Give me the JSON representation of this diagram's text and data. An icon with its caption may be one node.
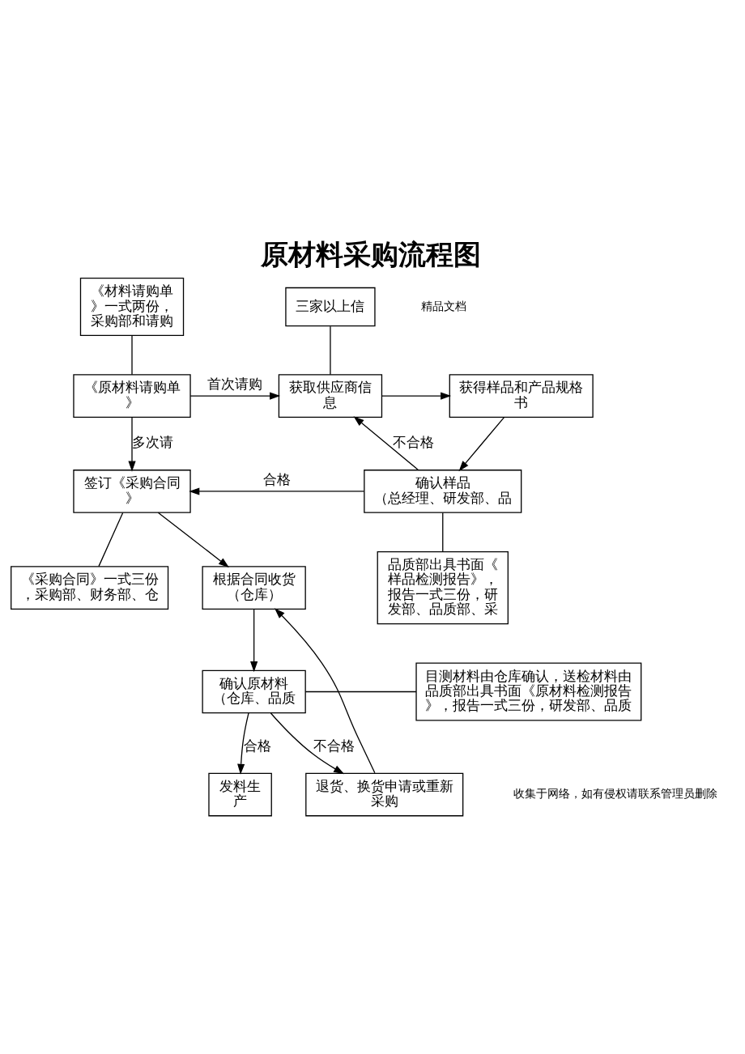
{
  "diagram": {
    "title": "原材料采购流程图",
    "nodes": [
      {
        "text": [
          "《材料请购单》一式两份，采购部和请购"
        ]
      },
      {
        "text": [
          "三家以上信"
        ]
      },
      {
        "text": [
          "《原材料请购单》"
        ]
      },
      {
        "text": [
          "获取供应商信息"
        ]
      },
      {
        "text": [
          "获得样品和产品规格书"
        ]
      },
      {
        "text": [
          "签订《采购合同》"
        ]
      },
      {
        "text": [
          "确认样品",
          "（总经理、研发部、品"
        ]
      },
      {
        "text": [
          "《采购合同》一式三份，采购部、财务部、仓"
        ]
      },
      {
        "text": [
          "品质部出具书面《样品检测报告》，报告一式三份，研发部、品质部、采"
        ]
      },
      {
        "text": [
          "根据合同收货",
          "（仓库）"
        ]
      },
      {
        "text": [
          "确认原材料",
          "（仓库、品质"
        ]
      },
      {
        "text": [
          "目测材料由仓库确认，送检材料由品质部出具书面《原材料检测报告》，报告一式三份，研发部、品质"
        ]
      },
      {
        "text": [
          "发料生产"
        ]
      },
      {
        "text": [
          "退货、换货申请或重新采购"
        ]
      }
    ],
    "edges": [
      {
        "from": 2,
        "to": 3,
        "arrow": "to",
        "label": "首次请购"
      },
      {
        "from": 3,
        "to": 4,
        "arrow": "to"
      },
      {
        "from": 2,
        "to": 5,
        "arrow": "to",
        "label": "多次请"
      },
      {
        "from": 4,
        "to": 6,
        "arrow": "to"
      },
      {
        "from": 6,
        "to": 5,
        "arrow": "to",
        "label": "合格"
      },
      {
        "from": 6,
        "to": 3,
        "arrow": "to",
        "label": "不合格"
      },
      {
        "from": 5,
        "to": 9,
        "arrow": "to"
      },
      {
        "from": 9,
        "to": 10,
        "arrow": "to"
      },
      {
        "from": 10,
        "to": 12,
        "arrow": "to",
        "label": "合格"
      },
      {
        "from": 10,
        "to": 13,
        "arrow": "to",
        "label": "不合格"
      },
      {
        "from": 13,
        "to": 9,
        "arrow": "to"
      },
      {
        "from": 0,
        "to": 2,
        "arrow": "none"
      },
      {
        "from": 1,
        "to": 3,
        "arrow": "none"
      },
      {
        "from": 7,
        "to": 5,
        "arrow": "none"
      },
      {
        "from": 8,
        "to": 6,
        "arrow": "none"
      },
      {
        "from": 11,
        "to": 10,
        "arrow": "none"
      }
    ],
    "labels": [
      "精品文档",
      "收集于网络，如有侵权请联系管理员删除"
    ]
  }
}
